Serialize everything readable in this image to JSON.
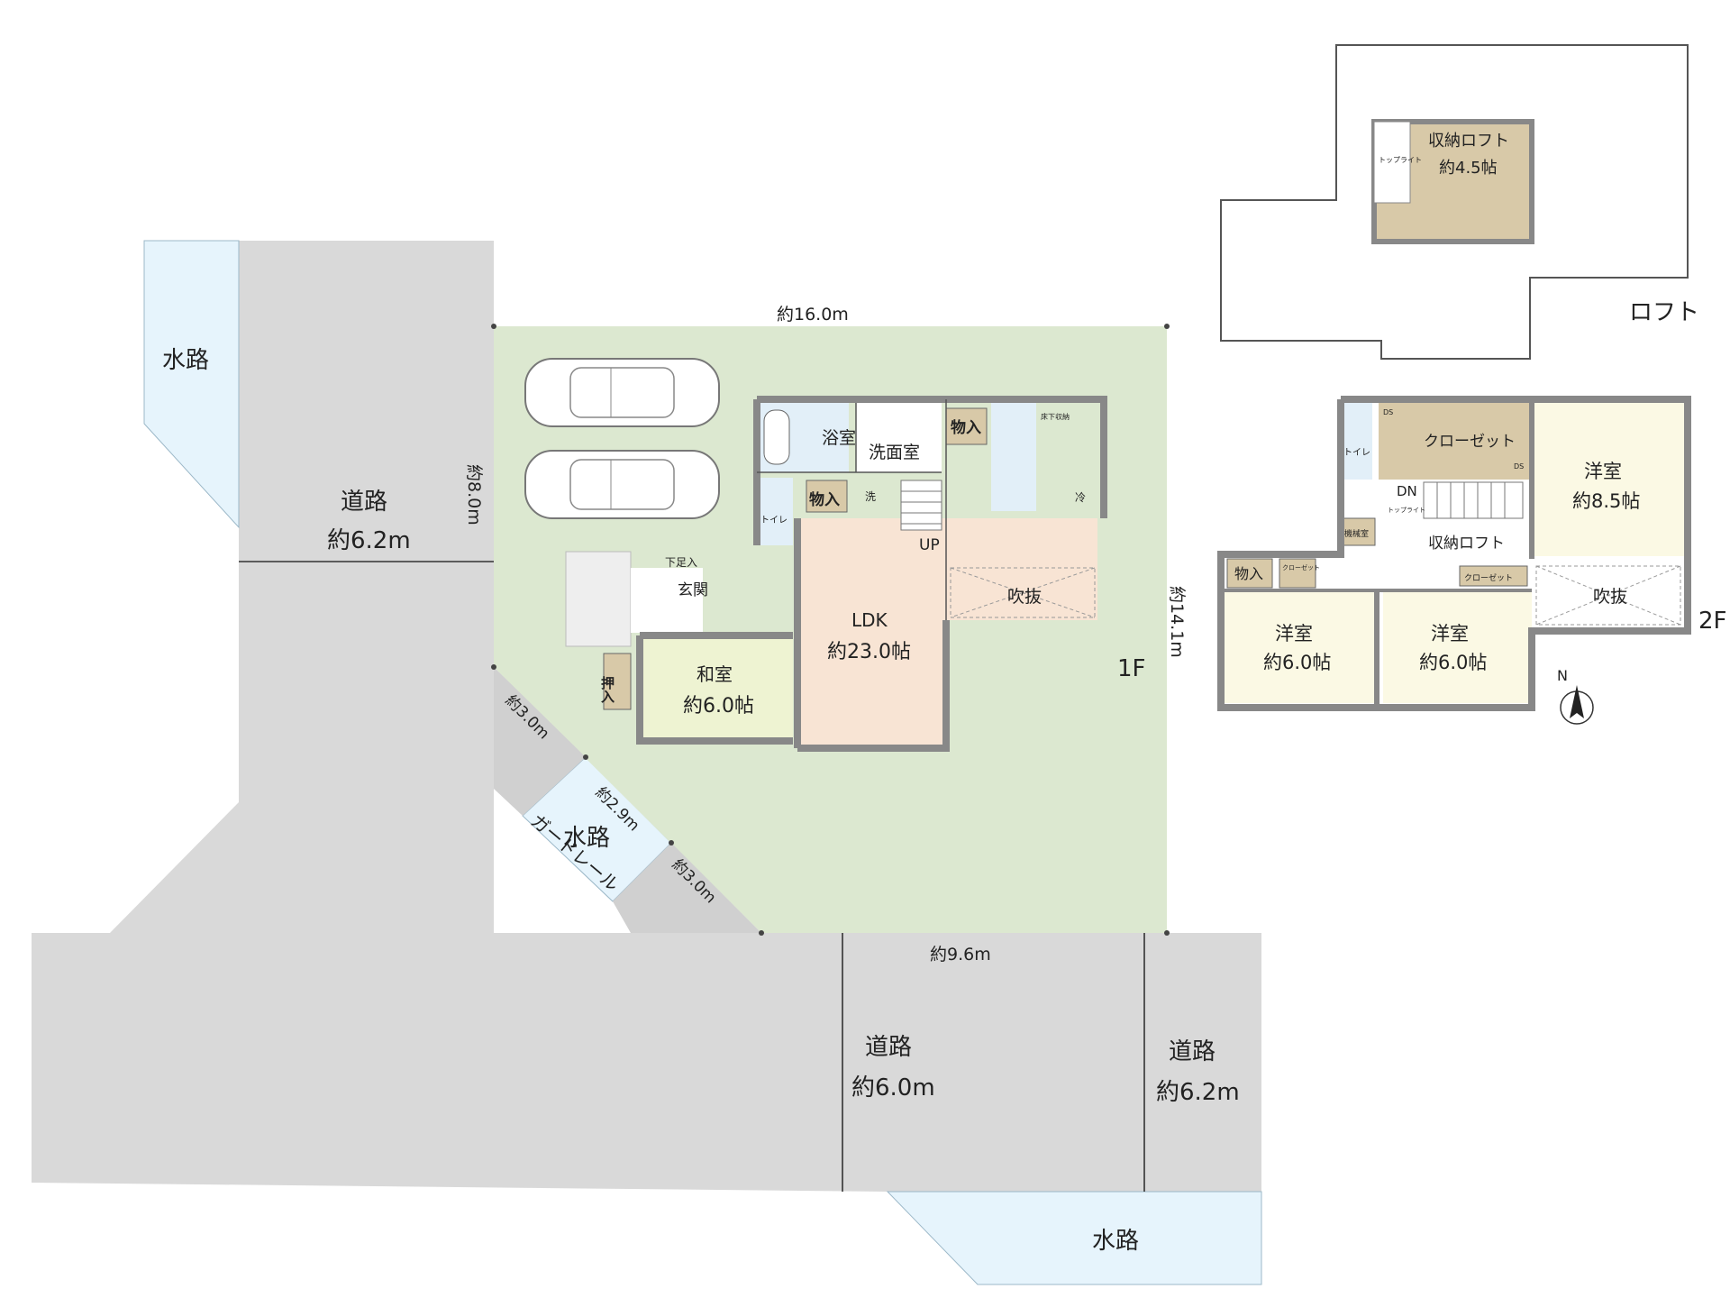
{
  "floor_labels": {
    "first": "1F",
    "second": "2F",
    "loft": "ロフト"
  },
  "roads": {
    "left_label": "道路",
    "left_width": "約6.2m",
    "bottom_label": "道路",
    "bottom_width": "約6.0m",
    "right_label": "道路",
    "right_width": "約6.2m"
  },
  "waterways": {
    "top_left": "水路",
    "diagonal": "水路",
    "bottom": "水路"
  },
  "guardrail": "ガードレール",
  "dimensions": {
    "lot_top": "約16.0m",
    "lot_left": "約8.0m",
    "lot_right": "約14.1m",
    "lot_bottom": "約9.6m",
    "corner_a": "約3.0m",
    "corner_b": "約2.9m",
    "corner_c": "約3.0m"
  },
  "first_floor": {
    "bath": "浴室",
    "washroom": "洗面室",
    "storage_top": "物入",
    "storage_mid": "物入",
    "toilet": "トイレ",
    "washer": "洗",
    "fridge": "冷",
    "underfloor": "床下収納",
    "up": "UP",
    "shoe": "下足入",
    "entrance": "玄関",
    "ldk": "LDK",
    "ldk_size": "約23.0帖",
    "void": "吹抜",
    "closet": "押入",
    "washitsu": "和室",
    "washitsu_size": "約6.0帖"
  },
  "second_floor": {
    "toilet": "トイレ",
    "closet": "クローゼット",
    "ds1": "DS",
    "ds2": "DS",
    "master": "洋室",
    "master_size": "約8.5帖",
    "dn": "DN",
    "toplight": "トップライト",
    "machine": "機械室",
    "loft_storage": "収納ロフト",
    "storage": "物入",
    "small_closet_a": "クローゼット",
    "small_closet_b": "クローゼット",
    "room_a": "洋室",
    "room_a_size": "約6.0帖",
    "room_b": "洋室",
    "room_b_size": "約6.0帖",
    "void": "吹抜",
    "north": "N"
  },
  "loft": {
    "room": "収納ロフト",
    "size": "約4.5帖",
    "toplight": "トップライト"
  }
}
